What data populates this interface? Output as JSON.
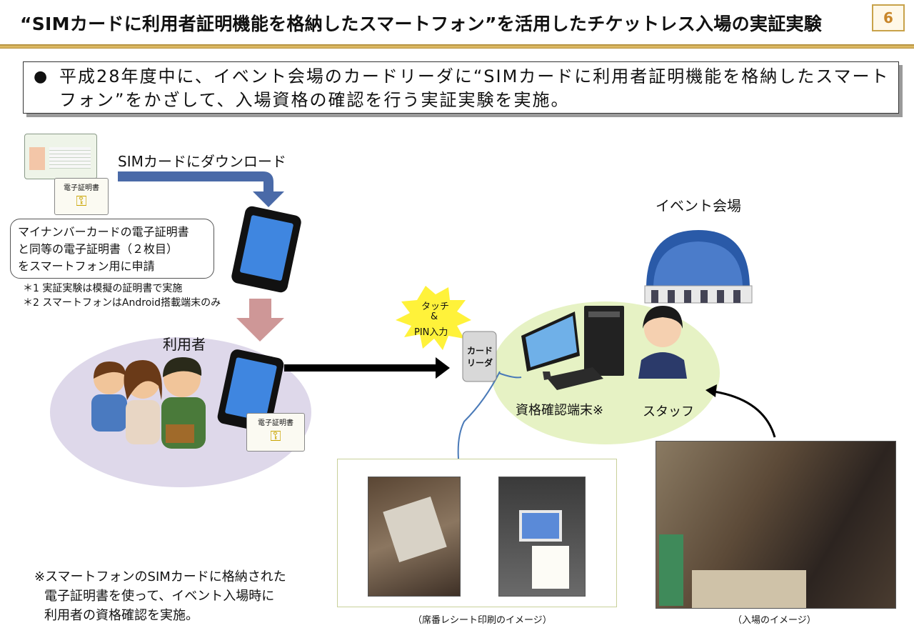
{
  "page": {
    "title": "“SIMカードに利用者証明機能を格納したスマートフォン”を活用したチケットレス入場の実証実験",
    "number": "6"
  },
  "summary": {
    "bullet": "●",
    "line1": "平成28年度中に、イベント会場のカードリーダに“SIMカードに利用者証明機能を格納したスマート",
    "line2": "フォン”をかざして、入場資格の確認を行う実証実験を実施。"
  },
  "diagram": {
    "download_label": "SIMカードにダウンロード",
    "certificate_label": "電子証明書",
    "application_note": {
      "line1": "マイナンバーカードの電子証明書",
      "line2": "と同等の電子証明書（２枚目）",
      "line3": "をスマートフォン用に申請"
    },
    "footnotes": [
      "＊1 実証実験は模擬の証明書で実施",
      "＊2 スマートフォンはAndroid搭載端末のみ"
    ],
    "user_label": "利用者",
    "touch_label_line1": "タッチ",
    "touch_label_line2": "&",
    "touch_label_line3": "PIN入力",
    "card_reader_line1": "カード",
    "card_reader_line2": "リーダ",
    "venue_label": "イベント会場",
    "terminal_label": "資格確認端末※",
    "staff_label": "スタッフ",
    "bottom_note": {
      "line1": "※スマートフォンのSIMカードに格納された",
      "line2": "電子証明書を使って、イベント入場時に",
      "line3": "利用者の資格確認を実施。"
    },
    "receipt_caption": "（席番レシート印刷のイメージ）",
    "entry_caption": "（入場のイメージ）"
  },
  "colors": {
    "accent_gold": "#c8a24a",
    "arrow_blue": "#4a6aa8",
    "arrow_pink": "#c98c8c",
    "user_oval": "#ded8ea",
    "venue_oval": "#e6f2c4",
    "touch_burst": "#fff23a"
  }
}
